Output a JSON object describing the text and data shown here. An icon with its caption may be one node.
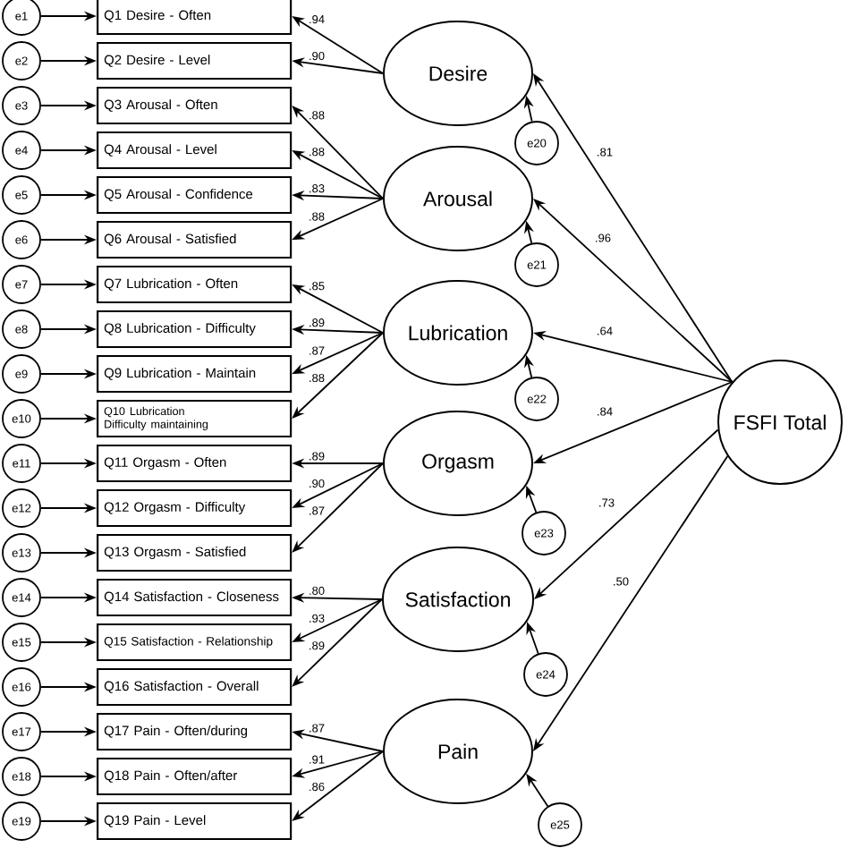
{
  "diagram": {
    "nodes": [
      {
        "text": [
          "e1"
        ]
      },
      {
        "text": [
          "e2"
        ]
      },
      {
        "text": [
          "e3"
        ]
      },
      {
        "text": [
          "e4"
        ]
      },
      {
        "text": [
          "e5"
        ]
      },
      {
        "text": [
          "e6"
        ]
      },
      {
        "text": [
          "e7"
        ]
      },
      {
        "text": [
          "e8"
        ]
      },
      {
        "text": [
          "e9"
        ]
      },
      {
        "text": [
          "e10"
        ]
      },
      {
        "text": [
          "e11"
        ]
      },
      {
        "text": [
          "e12"
        ]
      },
      {
        "text": [
          "e13"
        ]
      },
      {
        "text": [
          "e14"
        ]
      },
      {
        "text": [
          "e15"
        ]
      },
      {
        "text": [
          "e16"
        ]
      },
      {
        "text": [
          "e17"
        ]
      },
      {
        "text": [
          "e18"
        ]
      },
      {
        "text": [
          "e19"
        ]
      },
      {
        "text": [
          "Q1 Desire - Often"
        ]
      },
      {
        "text": [
          "Q2 Desire - Level"
        ]
      },
      {
        "text": [
          "Q3 Arousal - Often"
        ]
      },
      {
        "text": [
          "Q4 Arousal - Level"
        ]
      },
      {
        "text": [
          "Q5 Arousal - Confidence"
        ]
      },
      {
        "text": [
          "Q6 Arousal - Satisfied"
        ]
      },
      {
        "text": [
          "Q7 Lubrication - Often"
        ]
      },
      {
        "text": [
          "Q8 Lubrication - Difficulty"
        ]
      },
      {
        "text": [
          "Q9 Lubrication - Maintain"
        ]
      },
      {
        "text": [
          "Q10 Lubrication Difficulty maintaining"
        ]
      },
      {
        "text": [
          "Q11 Orgasm - Often"
        ]
      },
      {
        "text": [
          "Q12 Orgasm - Difficulty"
        ]
      },
      {
        "text": [
          "Q13 Orgasm - Satisfied"
        ]
      },
      {
        "text": [
          "Q14 Satisfaction - Closeness"
        ]
      },
      {
        "text": [
          "Q15 Satisfaction - Relationship"
        ]
      },
      {
        "text": [
          "Q16 Satisfaction - Overall"
        ]
      },
      {
        "text": [
          "Q17 Pain - Often/during"
        ]
      },
      {
        "text": [
          "Q18 Pain - Often/after"
        ]
      },
      {
        "text": [
          "Q19 Pain - Level"
        ]
      },
      {
        "text": [
          "Desire"
        ]
      },
      {
        "text": [
          "Arousal"
        ]
      },
      {
        "text": [
          "Lubrication"
        ]
      },
      {
        "text": [
          "Orgasm"
        ]
      },
      {
        "text": [
          "Satisfaction"
        ]
      },
      {
        "text": [
          "Pain"
        ]
      },
      {
        "text": [
          "e20"
        ]
      },
      {
        "text": [
          "e21"
        ]
      },
      {
        "text": [
          "e22"
        ]
      },
      {
        "text": [
          "e23"
        ]
      },
      {
        "text": [
          "e24"
        ]
      },
      {
        "text": [
          "e25"
        ]
      },
      {
        "text": [
          "FSFI Total"
        ]
      }
    ],
    "edges": [
      {
        "from": 0,
        "to": 19,
        "arrow": "to"
      },
      {
        "from": 1,
        "to": 20,
        "arrow": "to"
      },
      {
        "from": 2,
        "to": 21,
        "arrow": "to"
      },
      {
        "from": 3,
        "to": 22,
        "arrow": "to"
      },
      {
        "from": 4,
        "to": 23,
        "arrow": "to"
      },
      {
        "from": 5,
        "to": 24,
        "arrow": "to"
      },
      {
        "from": 6,
        "to": 25,
        "arrow": "to"
      },
      {
        "from": 7,
        "to": 26,
        "arrow": "to"
      },
      {
        "from": 8,
        "to": 27,
        "arrow": "to"
      },
      {
        "from": 9,
        "to": 28,
        "arrow": "to"
      },
      {
        "from": 10,
        "to": 29,
        "arrow": "to"
      },
      {
        "from": 11,
        "to": 30,
        "arrow": "to"
      },
      {
        "from": 12,
        "to": 31,
        "arrow": "to"
      },
      {
        "from": 13,
        "to": 32,
        "arrow": "to"
      },
      {
        "from": 14,
        "to": 33,
        "arrow": "to"
      },
      {
        "from": 15,
        "to": 34,
        "arrow": "to"
      },
      {
        "from": 16,
        "to": 35,
        "arrow": "to"
      },
      {
        "from": 17,
        "to": 36,
        "arrow": "to"
      },
      {
        "from": 18,
        "to": 37,
        "arrow": "to"
      },
      {
        "from": 38,
        "to": 19,
        "arrow": "to",
        "label": ".94"
      },
      {
        "from": 38,
        "to": 20,
        "arrow": "to",
        "label": ".90"
      },
      {
        "from": 39,
        "to": 21,
        "arrow": "to",
        "label": ".88"
      },
      {
        "from": 39,
        "to": 22,
        "arrow": "to",
        "label": ".88"
      },
      {
        "from": 39,
        "to": 23,
        "arrow": "to",
        "label": ".83"
      },
      {
        "from": 39,
        "to": 24,
        "arrow": "to",
        "label": ".88"
      },
      {
        "from": 40,
        "to": 25,
        "arrow": "to",
        "label": ".85"
      },
      {
        "from": 40,
        "to": 26,
        "arrow": "to",
        "label": ".89"
      },
      {
        "from": 40,
        "to": 27,
        "arrow": "to",
        "label": ".87"
      },
      {
        "from": 40,
        "to": 28,
        "arrow": "to",
        "label": ".88"
      },
      {
        "from": 41,
        "to": 29,
        "arrow": "to",
        "label": ".89"
      },
      {
        "from": 41,
        "to": 30,
        "arrow": "to",
        "label": ".90"
      },
      {
        "from": 41,
        "to": 31,
        "arrow": "to",
        "label": ".87"
      },
      {
        "from": 42,
        "to": 32,
        "arrow": "to",
        "label": ".80"
      },
      {
        "from": 42,
        "to": 33,
        "arrow": "to",
        "label": ".93"
      },
      {
        "from": 42,
        "to": 34,
        "arrow": "to",
        "label": ".89"
      },
      {
        "from": 43,
        "to": 35,
        "arrow": "to",
        "label": ".87"
      },
      {
        "from": 43,
        "to": 36,
        "arrow": "to",
        "label": ".91"
      },
      {
        "from": 43,
        "to": 37,
        "arrow": "to",
        "label": ".86"
      },
      {
        "from": 44,
        "to": 38,
        "arrow": "to"
      },
      {
        "from": 45,
        "to": 39,
        "arrow": "to"
      },
      {
        "from": 46,
        "to": 40,
        "arrow": "to"
      },
      {
        "from": 47,
        "to": 41,
        "arrow": "to"
      },
      {
        "from": 48,
        "to": 42,
        "arrow": "to"
      },
      {
        "from": 49,
        "to": 43,
        "arrow": "to"
      },
      {
        "from": 50,
        "to": 38,
        "arrow": "to",
        "label": ".81"
      },
      {
        "from": 50,
        "to": 39,
        "arrow": "to",
        "label": ".96"
      },
      {
        "from": 50,
        "to": 40,
        "arrow": "to",
        "label": ".64"
      },
      {
        "from": 50,
        "to": 41,
        "arrow": "to",
        "label": ".84"
      },
      {
        "from": 50,
        "to": 42,
        "arrow": "to",
        "label": ".73"
      },
      {
        "from": 50,
        "to": 43,
        "arrow": "to",
        "label": ".50"
      }
    ]
  }
}
